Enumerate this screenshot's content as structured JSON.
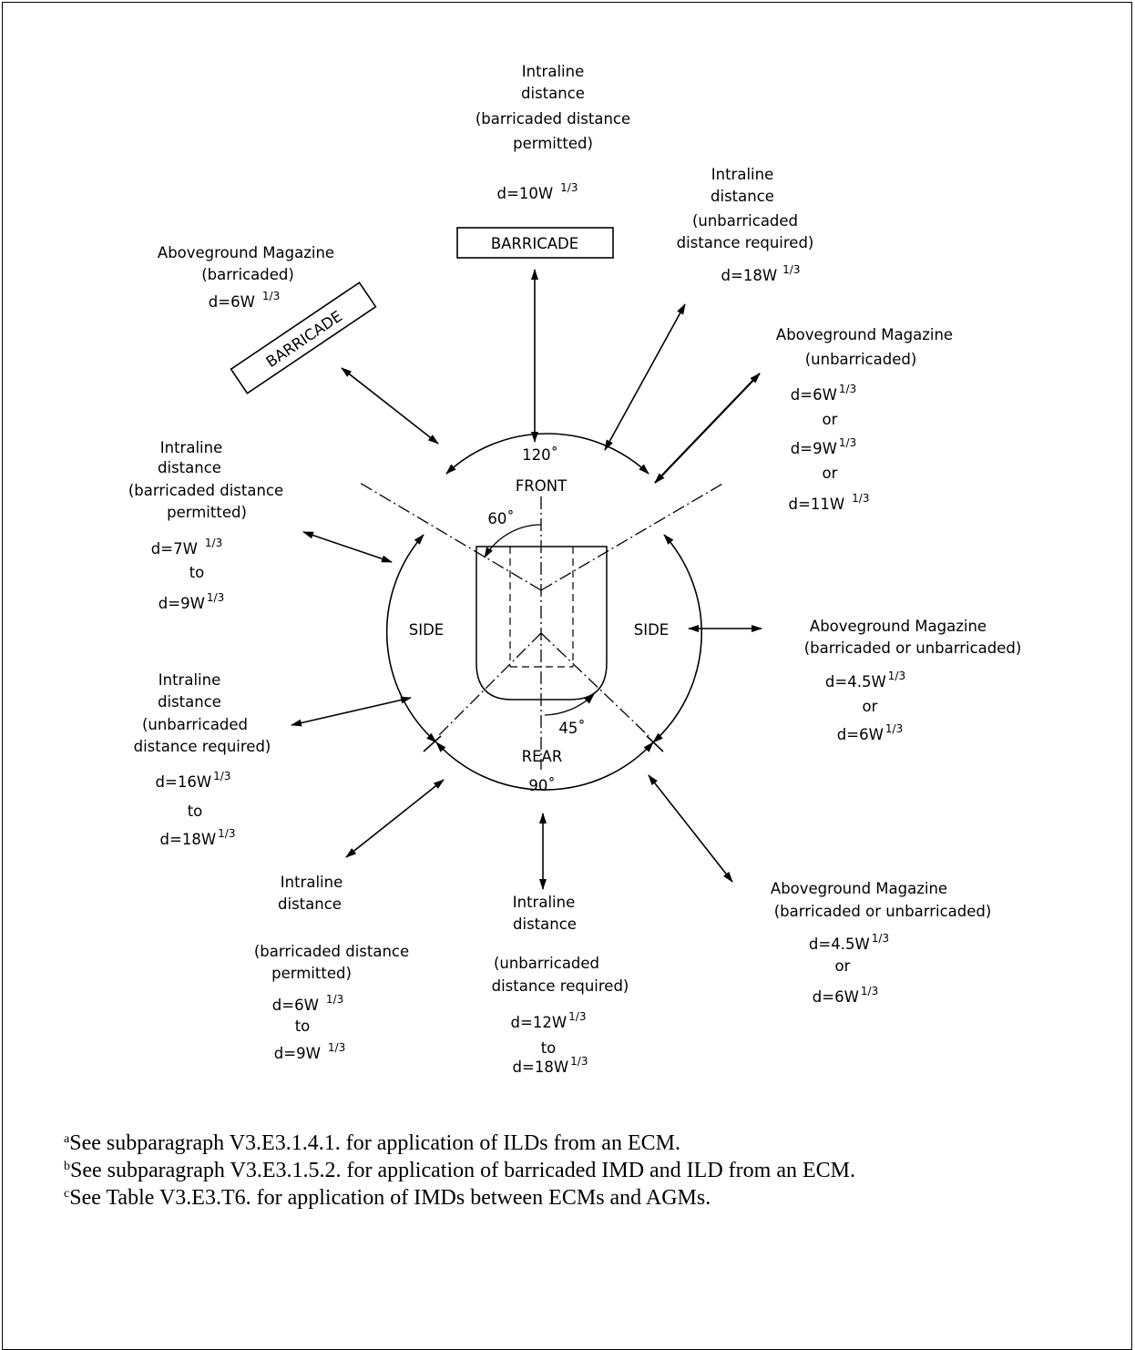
{
  "colors": {
    "ink": "#000000",
    "background": "#ffffff"
  },
  "angles": {
    "front": "120˚",
    "rear": "90˚",
    "front_half": "60˚",
    "rear_half": "45˚"
  },
  "sectors": {
    "front": "FRONT",
    "rear": "REAR",
    "side_left": "SIDE",
    "side_right": "SIDE"
  },
  "barricade_label": "BARRICADE",
  "exponent": "1/3",
  "targets": {
    "top": {
      "lines": [
        "Intraline",
        "distance",
        "(barricaded distance",
        "permitted)"
      ],
      "formula": "d=10W"
    },
    "upper_right": {
      "lines": [
        "Intraline",
        "distance",
        "(unbarricaded",
        "distance required)"
      ],
      "formula": "d=18W"
    },
    "right_top": {
      "lines": [
        "Aboveground Magazine",
        "(unbarricaded)"
      ],
      "f1": "d=6W",
      "or1": "or",
      "f2": "d=9W",
      "or2": "or",
      "f3": "d=11W"
    },
    "upper_left": {
      "lines": [
        "Aboveground Magazine",
        "(barricaded)"
      ],
      "formula": "d=6W"
    },
    "left_top": {
      "lines": [
        "Intraline",
        "distance",
        "(barricaded distance",
        "permitted)"
      ],
      "f1": "d=7W",
      "to": "to",
      "f2": "d=9W"
    },
    "right_side": {
      "lines": [
        "Aboveground Magazine",
        "(barricaded or unbarricaded)"
      ],
      "f1": "d=4.5W",
      "or": "or",
      "f2": "d=6W"
    },
    "left_bottom": {
      "lines": [
        "Intraline",
        "distance",
        "(unbarricaded",
        "distance required)"
      ],
      "f1": "d=16W",
      "to": "to",
      "f2": "d=18W"
    },
    "bottom_left": {
      "lines": [
        "Intraline",
        "distance",
        "(barricaded distance",
        "permitted)"
      ],
      "f1": "d=6W",
      "to": "to",
      "f2": "d=9W"
    },
    "bottom": {
      "lines": [
        "Intraline",
        "distance",
        "(unbarricaded",
        "distance required)"
      ],
      "f1": "d=12W",
      "to": "to",
      "f2": "d=18W"
    },
    "bottom_right": {
      "lines": [
        "Aboveground Magazine",
        "(barricaded or unbarricaded)"
      ],
      "f1": "d=4.5W",
      "or": "or",
      "f2": "d=6W"
    }
  },
  "notes": [
    {
      "marker": "a",
      "text": "See subparagraph V3.E3.1.4.1. for application of ILDs from an ECM."
    },
    {
      "marker": "b",
      "text": "See subparagraph V3.E3.1.5.2. for application of barricaded IMD and ILD from an ECM."
    },
    {
      "marker": "c",
      "text": "See Table V3.E3.T6. for application of IMDs between ECMs and AGMs."
    }
  ]
}
